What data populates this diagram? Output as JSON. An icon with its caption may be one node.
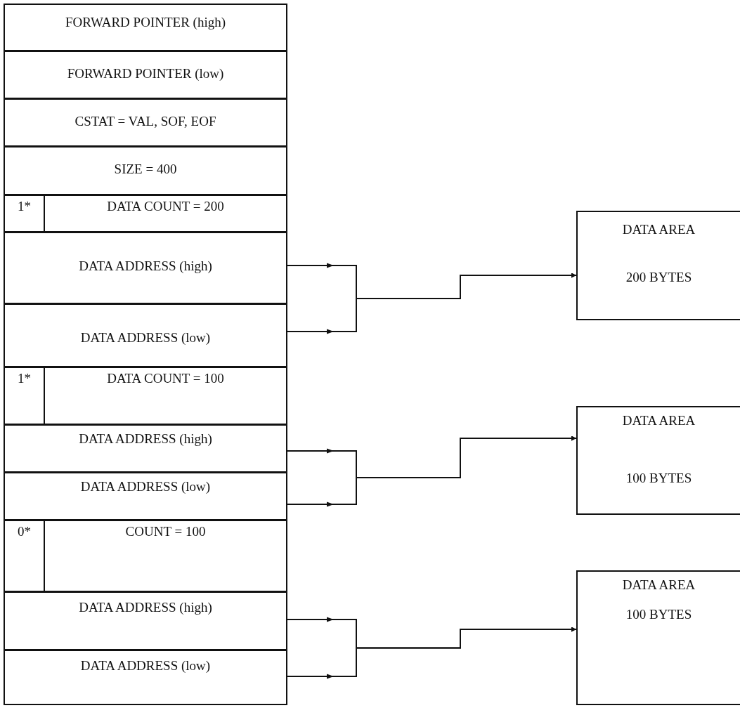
{
  "diagram": {
    "nodes": [
      {
        "text": [
          "FORWARD POINTER (high)"
        ]
      },
      {
        "text": [
          "FORWARD POINTER (low)"
        ]
      },
      {
        "text": [
          "CSTAT = VAL, SOF, EOF"
        ]
      },
      {
        "text": [
          "SIZE = 400"
        ]
      },
      {
        "text": [
          "1*",
          "DATA COUNT = 200"
        ]
      },
      {
        "text": [
          "DATA ADDRESS (high)"
        ]
      },
      {
        "text": [
          "DATA ADDRESS (low)"
        ]
      },
      {
        "text": [
          "1*",
          "DATA COUNT = 100"
        ]
      },
      {
        "text": [
          "DATA ADDRESS (high)"
        ]
      },
      {
        "text": [
          "DATA ADDRESS (low)"
        ]
      },
      {
        "text": [
          "0*",
          "COUNT = 100"
        ]
      },
      {
        "text": [
          "DATA ADDRESS (high)"
        ]
      },
      {
        "text": [
          "DATA ADDRESS (low)"
        ]
      },
      {
        "text": [
          "DATA AREA",
          "200 BYTES"
        ]
      },
      {
        "text": [
          "DATA AREA",
          "100 BYTES"
        ]
      },
      {
        "text": [
          "DATA AREA",
          "100 BYTES"
        ]
      }
    ],
    "edges": [
      {
        "from": 5,
        "to": 13,
        "arrow": "to"
      },
      {
        "from": 6,
        "to": 13,
        "arrow": "to"
      },
      {
        "from": 8,
        "to": 14,
        "arrow": "to"
      },
      {
        "from": 9,
        "to": 14,
        "arrow": "to"
      },
      {
        "from": 11,
        "to": 15,
        "arrow": "to"
      },
      {
        "from": 12,
        "to": 15,
        "arrow": "to"
      }
    ]
  }
}
